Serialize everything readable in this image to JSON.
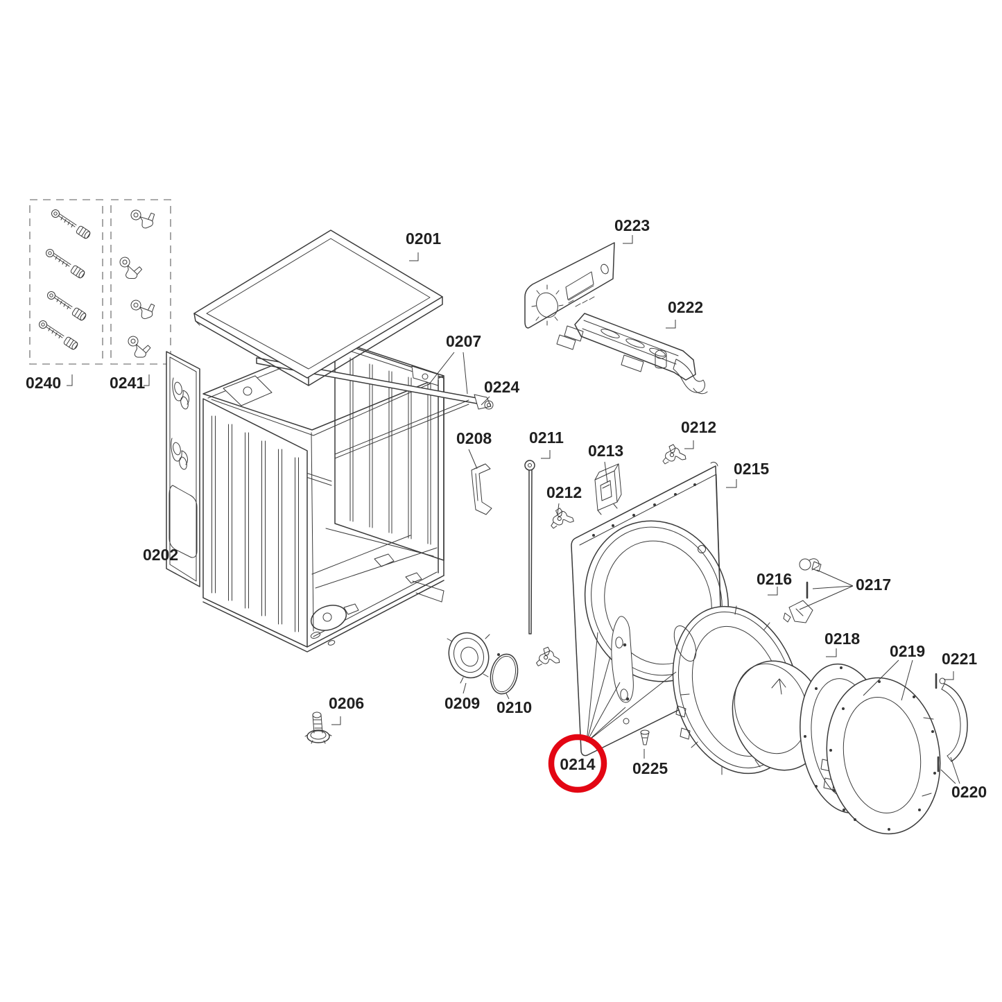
{
  "diagram_title": "",
  "colors": {
    "line": "#3a3a3a",
    "label": "#1f1f1f",
    "highlight_circle": "#e30613",
    "background": "#ffffff"
  },
  "highlight": {
    "label": "0214",
    "shape": "red-circle"
  },
  "labels": {
    "0201": "0201",
    "0202": "0202",
    "0206": "0206",
    "0207": "0207",
    "0208": "0208",
    "0209": "0209",
    "0210": "0210",
    "0211": "0211",
    "0212": "0212",
    "0213": "0213",
    "0214": "0214",
    "0215": "0215",
    "0216": "0216",
    "0217": "0217",
    "0218": "0218",
    "0219": "0219",
    "0220": "0220",
    "0221": "0221",
    "0222": "0222",
    "0223": "0223",
    "0224": "0224",
    "0225": "0225",
    "0240": "0240",
    "0241": "0241"
  }
}
